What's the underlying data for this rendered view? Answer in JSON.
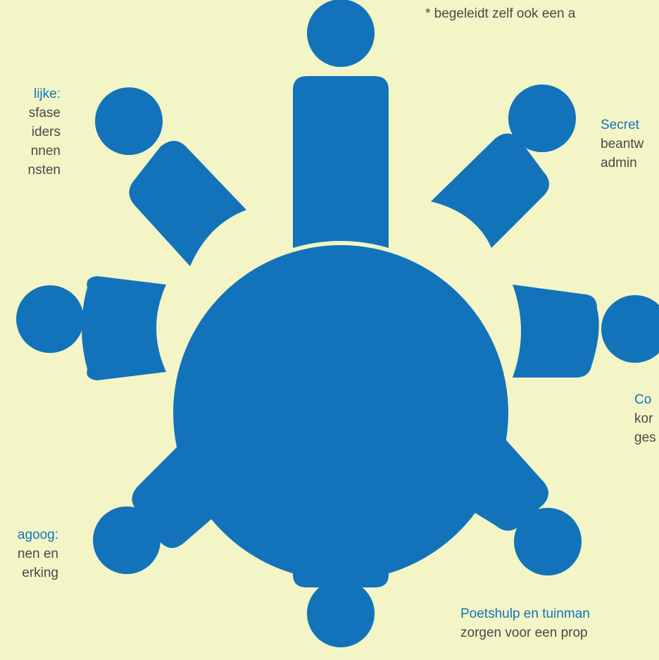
{
  "colors": {
    "background": "#f3f5c6",
    "figure": "#1273bb",
    "role_text": "#1273bb",
    "body_text": "#4a4a4a"
  },
  "labels": {
    "top": {
      "desc": "* begeleidt zelf ook een a"
    },
    "top_left": {
      "role": "lijke:",
      "lines": [
        "sfase",
        "iders",
        "nnen",
        "nsten"
      ]
    },
    "top_right": {
      "role": "Secret",
      "lines": [
        "beantw",
        "admin"
      ]
    },
    "right": {
      "role": "Co",
      "lines": [
        "kor",
        "ges"
      ]
    },
    "bottom_left": {
      "role": "agoog:",
      "lines": [
        "nen en",
        "erking"
      ]
    },
    "bottom_right": {
      "role": "Poetshulp en tuinman",
      "lines": [
        "zorgen voor een prop"
      ]
    }
  }
}
